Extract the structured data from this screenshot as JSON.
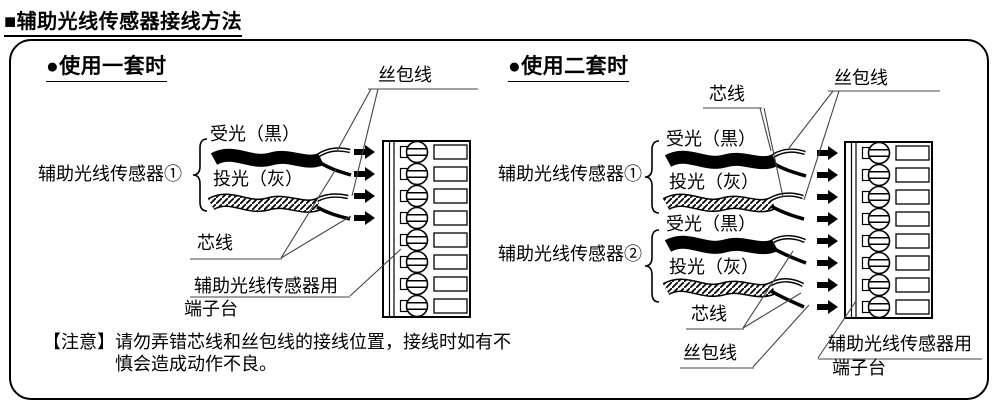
{
  "title": "■辅助光线传感器接线方法",
  "panels": {
    "single": {
      "heading": "●使用一套时"
    },
    "double": {
      "heading": "●使用二套时"
    }
  },
  "labels": {
    "silk_wire": "丝包线",
    "core_wire": "芯线",
    "receiver_black": "受光（黒）",
    "emitter_gray": "投光（灰）",
    "sensor1": "辅助光线传感器①",
    "sensor2": "辅助光线传感器②",
    "terminal_line1": "辅助光线传感器用",
    "terminal_line2": "端子台"
  },
  "notice": {
    "tag": "【注意】",
    "line1": "请勿弄错芯线和丝包线的接线位置，接线时如有不",
    "line2": "慎会造成动作不良。"
  },
  "colors": {
    "ink": "#000000",
    "leader": "#444444",
    "background": "#ffffff"
  }
}
